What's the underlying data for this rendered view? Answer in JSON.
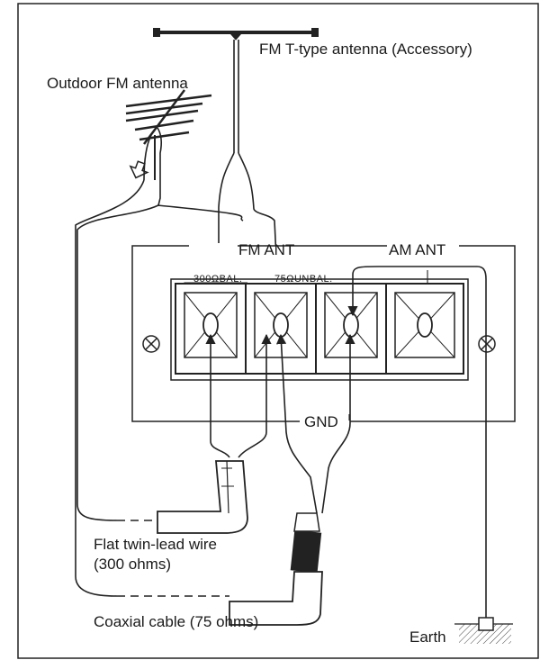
{
  "labels": {
    "fm_t_antenna": "FM T-type antenna (Accessory)",
    "outdoor_fm": "Outdoor FM antenna",
    "fm_ant": "FM ANT",
    "am_ant": "AM ANT",
    "bal_300": "300ΩBAL.",
    "unbal_75": "75ΩUNBAL.",
    "gnd": "GND",
    "flat_twin_1": "Flat twin-lead wire",
    "flat_twin_2": "(300 ohms)",
    "coax": "Coaxial cable (75 ohms)",
    "earth": "Earth"
  },
  "colors": {
    "line": "#222222",
    "background": "#ffffff"
  },
  "icons": [
    "screw-icon",
    "down-arrow-icon",
    "earth-ground-icon"
  ]
}
